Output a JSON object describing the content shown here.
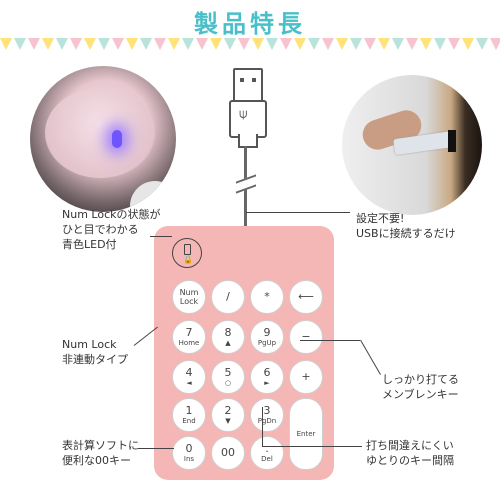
{
  "title": "製品特長",
  "callouts": {
    "led": [
      "Num Lockの状態が",
      "ひと目でわかる",
      "青色LED付"
    ],
    "setup": [
      "設定不要!",
      "USBに接続するだけ"
    ],
    "numlock": [
      "Num Lock",
      "非連動タイプ"
    ],
    "keys_firm": [
      "しっかり打てる",
      "メンブレンキー"
    ],
    "keys_00": [
      "表計算ソフトに",
      "便利な00キー"
    ],
    "keys_gap": [
      "打ち間違えにくい",
      "ゆとりのキー間隔"
    ]
  },
  "keys": {
    "numlock": {
      "main": "Num",
      "sub": "Lock"
    },
    "slash": {
      "main": "/"
    },
    "star": {
      "main": "*"
    },
    "back": {
      "main": "⟵"
    },
    "k7": {
      "main": "7",
      "sub": "Home"
    },
    "k8": {
      "main": "8",
      "sub": "▲"
    },
    "k9": {
      "main": "9",
      "sub": "PgUp"
    },
    "minus": {
      "main": "−"
    },
    "k4": {
      "main": "4",
      "sub": "◄"
    },
    "k5": {
      "main": "5",
      "sub": "○"
    },
    "k6": {
      "main": "6",
      "sub": "►"
    },
    "plus": {
      "main": "+"
    },
    "k1": {
      "main": "1",
      "sub": "End"
    },
    "k2": {
      "main": "2",
      "sub": "▼"
    },
    "k3": {
      "main": "3",
      "sub": "PgDn"
    },
    "enter": {
      "main": "Enter"
    },
    "k0": {
      "main": "0",
      "sub": "Ins"
    },
    "k00": {
      "main": "00"
    },
    "dot": {
      "main": ".",
      "sub": "Del"
    }
  },
  "colors": {
    "title": "#49c0c9",
    "keypad": "#f4b7b5",
    "led": "#6e55ff"
  }
}
